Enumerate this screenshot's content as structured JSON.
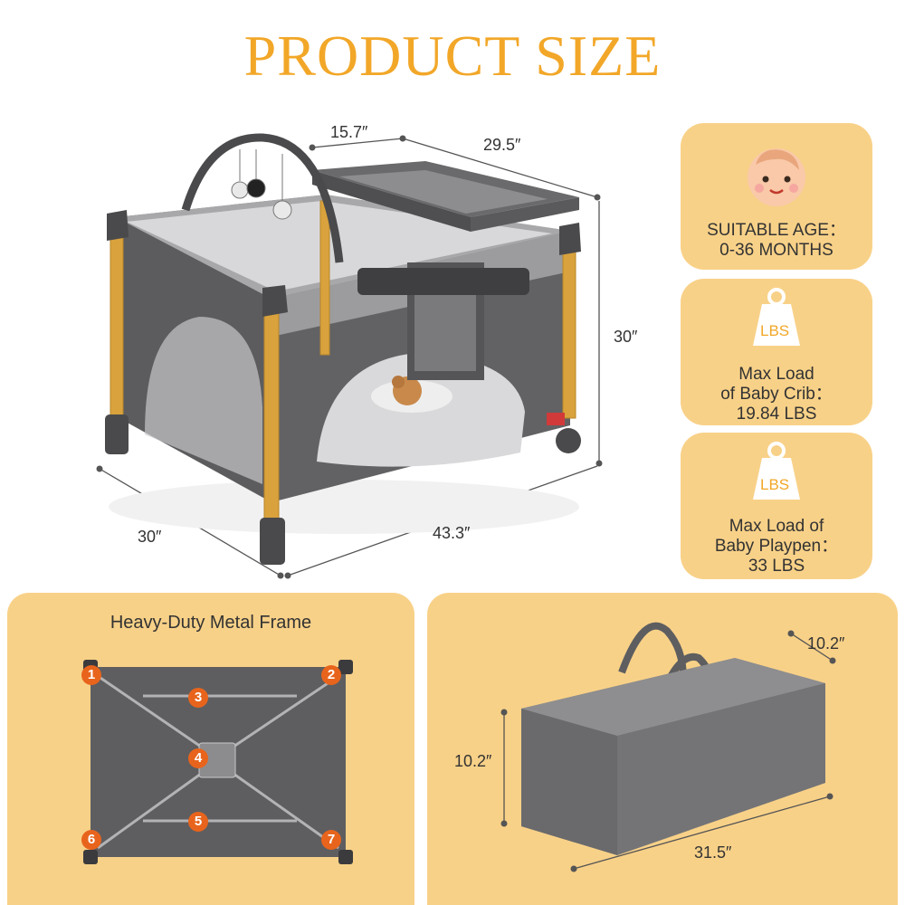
{
  "title": "PRODUCT SIZE",
  "product_dimensions": {
    "depth_top": "15.7″",
    "width_top": "29.5″",
    "height": "30″",
    "depth_bottom": "30″",
    "width_bottom": "43.3″"
  },
  "info_cards": [
    {
      "icon": "baby-face-icon",
      "line1": "SUITABLE AGE：",
      "line2": "0-36 MONTHS"
    },
    {
      "icon": "weight-icon",
      "icon_label": "LBS",
      "line1": "Max Load",
      "line2": "of Baby Crib：",
      "line3": "19.84 LBS"
    },
    {
      "icon": "weight-icon",
      "icon_label": "LBS",
      "line1": "Max Load of",
      "line2": "Baby Playpen：",
      "line3": "33 LBS"
    }
  ],
  "frame_panel": {
    "title": "Heavy-Duty Metal Frame",
    "markers": [
      "1",
      "2",
      "3",
      "4",
      "5",
      "6",
      "7"
    ]
  },
  "bag_panel": {
    "depth": "10.2″",
    "height": "10.2″",
    "length": "31.5″"
  },
  "colors": {
    "accent": "#f2a728",
    "card": "#f8d188",
    "marker": "#e8641c",
    "product_gray": "#5e5e60"
  }
}
